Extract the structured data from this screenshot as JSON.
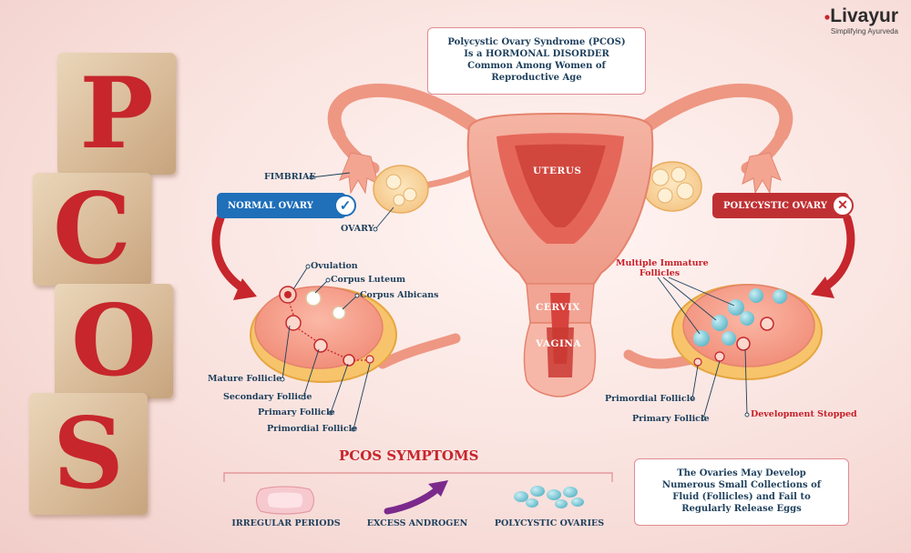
{
  "brand": {
    "name": "Livayur",
    "tagline": "Simplifying Ayurveda"
  },
  "letters": [
    "P",
    "C",
    "O",
    "S"
  ],
  "top_callout": {
    "lines": [
      "Polycystic Ovary Syndrome (PCOS)",
      "Is a HORMONAL DISORDER",
      "Common Among Women of",
      "Reproductive Age"
    ]
  },
  "organs": {
    "uterus": "UTERUS",
    "cervix": "CERVIX",
    "vagina": "VAGINA",
    "fimbriae": "FIMBRIAE",
    "ovary": "OVARY"
  },
  "normal": {
    "title": "NORMAL OVARY",
    "labels": {
      "ovulation": "Ovulation",
      "corpus_luteum": "Corpus Luteum",
      "corpus_albicans": "Corpus Albicans",
      "mature": "Mature Follicle",
      "secondary": "Secondary Follicle",
      "primary": "Primary Follicle",
      "primordial": "Primordial Follicle"
    }
  },
  "polycystic": {
    "title": "POLYCYSTIC OVARY",
    "labels": {
      "multiple_line1": "Multiple Immature",
      "multiple_line2": "Follicles",
      "primordial": "Primordial Follicle",
      "primary": "Primary Follicle",
      "stopped": "Development Stopped"
    }
  },
  "symptoms": {
    "title": "PCOS SYMPTOMS",
    "items": [
      "IRREGULAR PERIODS",
      "EXCESS ANDROGEN",
      "POLYCYSTIC OVARIES"
    ]
  },
  "bottom_callout": {
    "lines": [
      "The Ovaries May Develop",
      "Numerous Small Collections of",
      "Fluid (Follicles) and Fail to",
      "Regularly Release Eggs"
    ]
  },
  "colors": {
    "navy": "#1d3f5c",
    "blue_pill": "#1f6fb9",
    "red_pill": "#bf3033",
    "accent": "#c6262c"
  }
}
